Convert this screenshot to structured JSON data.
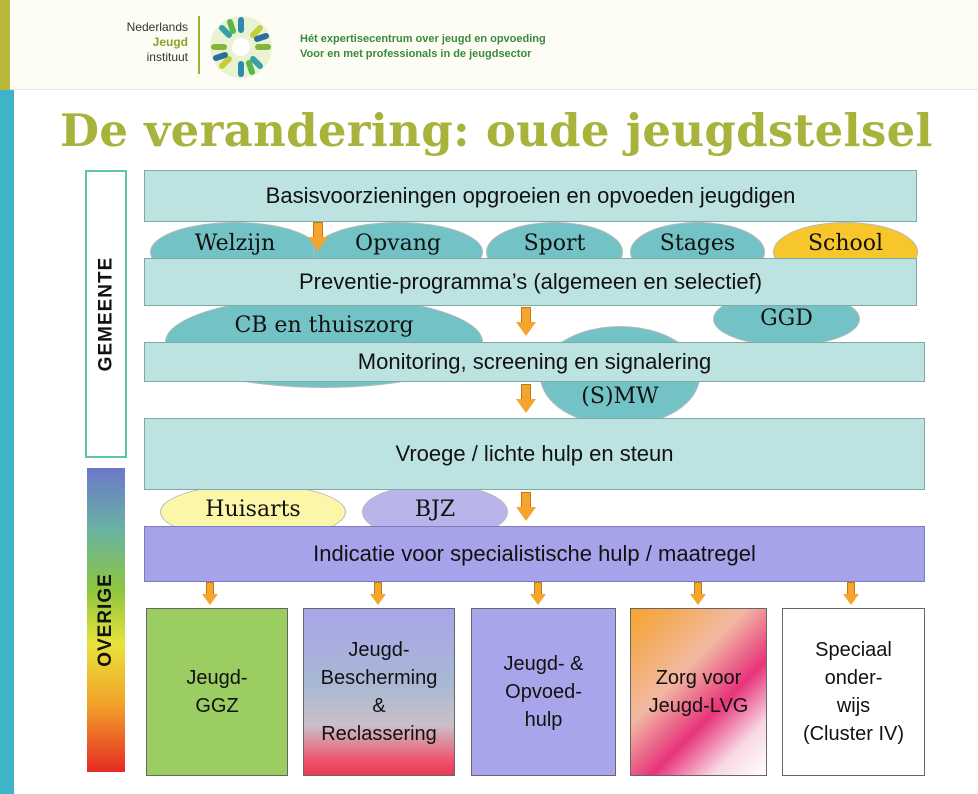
{
  "header": {
    "logo_line1": "Nederlands",
    "logo_line2": "Jeugd",
    "logo_line3": "instituut",
    "tagline_line1": "Hét expertisecentrum over jeugd en opvoeding",
    "tagline_line2": "Voor en met professionals in de jeugdsector"
  },
  "title": "De verandering: oude jeugdstelsel",
  "side_labels": {
    "gemeente": "GEMEENTE",
    "overige": "OVERIGE"
  },
  "bars": {
    "basis": "Basisvoorzieningen opgroeien en opvoeden jeugdigen",
    "preventie": "Preventie-programma’s (algemeen en selectief)",
    "monitoring": "Monitoring, screening en signalering",
    "vroege": "Vroege / lichte hulp en steun",
    "indicatie": "Indicatie voor specialistische hulp / maatregel"
  },
  "ovals": {
    "welzijn": "Welzijn",
    "opvang": "Opvang",
    "sport": "Sport",
    "stages": "Stages",
    "school": "School",
    "cb": "CB en thuiszorg",
    "ggd": "GGD",
    "smw": "(S)MW",
    "huisarts": "Huisarts",
    "bjz": "BJZ"
  },
  "boxes": {
    "ggz": "Jeugd-\nGGZ",
    "bescherming": "Jeugd-\nBescherming\n&\nReclassering",
    "opvoedhulp": "Jeugd- &\nOpvoed-\nhulp",
    "lvg": "Zorg voor\nJeugd-LVG",
    "speciaal": "Speciaal\nonder-\nwijs\n(Cluster IV)"
  },
  "colors": {
    "title": "#a7b33a",
    "arrow": "#f5a52e",
    "bar": "#bce3e1",
    "indicatie_bar": "#a7a3ea",
    "oval_teal": "#73c3c6",
    "oval_school": "#f6c62a"
  }
}
